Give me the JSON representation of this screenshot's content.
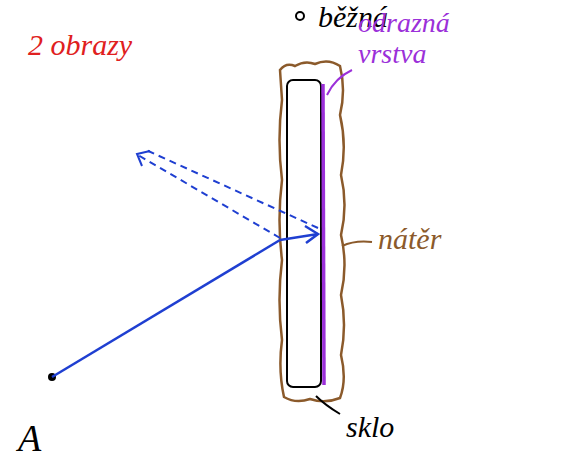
{
  "diagram": {
    "labels": [
      "běžná",
      "2 obrazy",
      "odrazná vrstva",
      "nátěr",
      "sklo",
      "A"
    ]
  }
}
